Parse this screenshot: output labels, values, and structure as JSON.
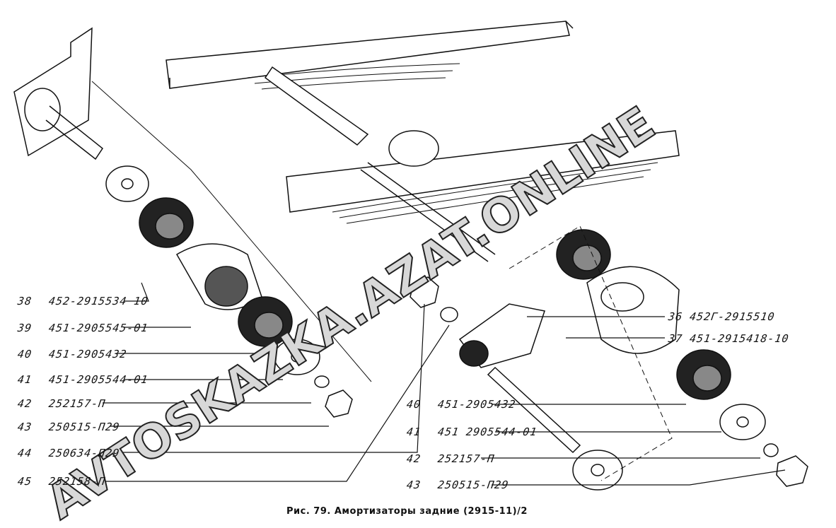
{
  "figure_caption": "Рис. 79. Амортизаторы задние (2915-11)/2",
  "watermark": "AVTOSKAZKA.AZAT.ONLINE",
  "left_parts": [
    {
      "num": "38",
      "code": "452-2915534 10"
    },
    {
      "num": "39",
      "code": "451-2905545-01"
    },
    {
      "num": "40",
      "code": "451-2905432"
    },
    {
      "num": "41",
      "code": "451-2905544-01"
    },
    {
      "num": "42",
      "code": "252157-П"
    },
    {
      "num": "43",
      "code": "250515-П29"
    },
    {
      "num": "44",
      "code": "250634-П29"
    },
    {
      "num": "45",
      "code": "252158-П"
    }
  ],
  "right_parts": [
    {
      "num": "36",
      "code": "452Г-2915510"
    },
    {
      "num": "37",
      "code": "451-2915418-10"
    }
  ],
  "bottom_parts": [
    {
      "num": "40",
      "code": "451-2905432"
    },
    {
      "num": "41",
      "code": "451 2905544-01"
    },
    {
      "num": "42",
      "code": "252157-П"
    },
    {
      "num": "43",
      "code": "250515-П29"
    }
  ]
}
